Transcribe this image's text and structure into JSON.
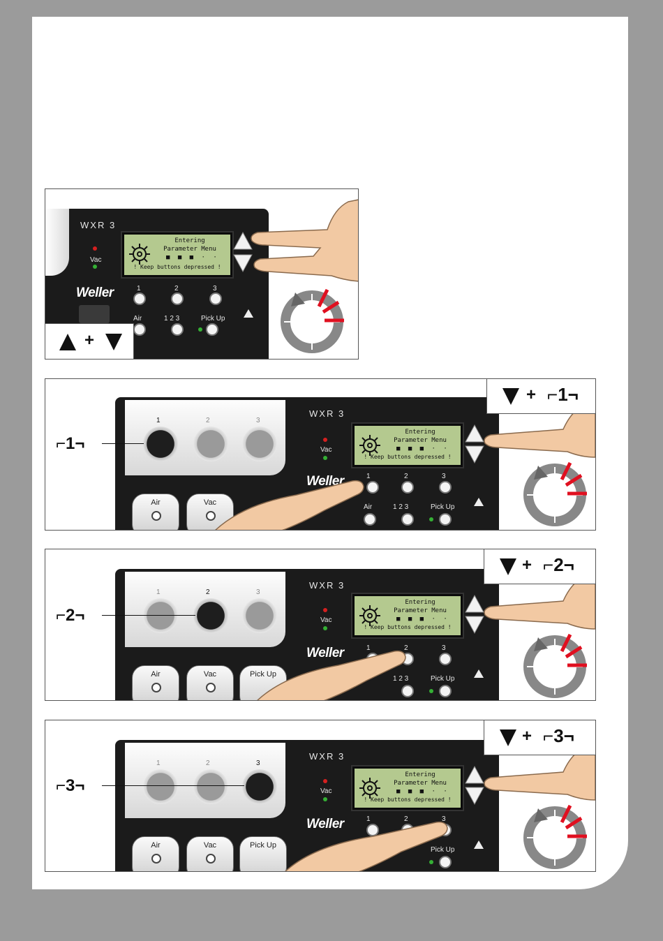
{
  "device": {
    "model": "WXR 3",
    "brand": "Weller",
    "vac_label": "Vac",
    "air_label": "Air",
    "pickup_label": "Pick Up",
    "channel_labels": [
      "1",
      "2",
      "3"
    ],
    "combined_label": "1  2  3"
  },
  "display": {
    "line1": "Entering",
    "line2": "Parameter Menu",
    "line3": "! Keep buttons depressed !",
    "dots": "■ ■ ■ · ·"
  },
  "steps": [
    {
      "tag_plus": "+",
      "tag_channel": ""
    },
    {
      "tag_plus": "+",
      "tag_channel": "1",
      "callout": "1"
    },
    {
      "tag_plus": "+",
      "tag_channel": "2",
      "callout": "2"
    },
    {
      "tag_plus": "+",
      "tag_channel": "3",
      "callout": "3"
    }
  ],
  "colors": {
    "red_led": "#d62020",
    "green_led": "#35b035",
    "lcd": "#b4c98f",
    "timer_red": "#e01020"
  },
  "icons": [
    "up-triangle-icon",
    "down-triangle-icon",
    "timer-dial-icon",
    "esd-warning-icon",
    "gear-icon",
    "finger-hand-icon"
  ]
}
